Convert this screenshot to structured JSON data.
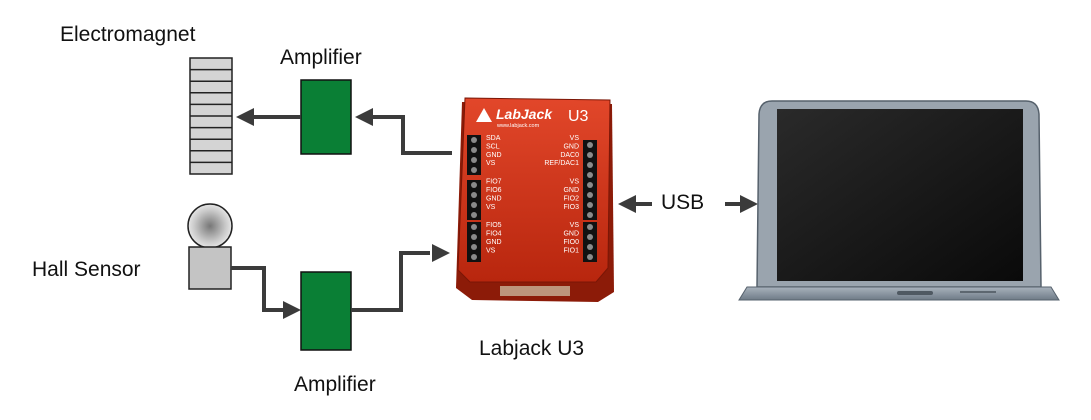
{
  "labels": {
    "electromagnet": "Electromagnet",
    "amplifier_top": "Amplifier",
    "hall_sensor": "Hall Sensor",
    "amplifier_bottom": "Amplifier",
    "labjack_caption": "Labjack U3",
    "usb": "USB"
  },
  "device": {
    "brand": "LabJack",
    "website": "www.labjack.com",
    "model": "U3",
    "left_terminals": [
      "SDA",
      "SCL",
      "GND",
      "VS",
      "FIO7",
      "FIO6",
      "GND",
      "VS",
      "FIO5",
      "FIO4",
      "GND",
      "VS"
    ],
    "right_terminals": [
      "VS",
      "GND",
      "DAC0",
      "REF/DAC1",
      "VS",
      "GND",
      "FIO2",
      "FIO3",
      "VS",
      "GND",
      "FIO0",
      "FIO1"
    ]
  },
  "icons": [
    "electromagnet-icon",
    "amplifier-icon",
    "hall-sensor-icon",
    "labjack-device-icon",
    "laptop-icon",
    "arrow-icon"
  ],
  "colors": {
    "amplifier": "#0a7f35",
    "device_body": "#d93a1c",
    "arrow": "#3b3b3b",
    "sensor": "#c4c4c4",
    "laptop": "#8b96a3"
  }
}
